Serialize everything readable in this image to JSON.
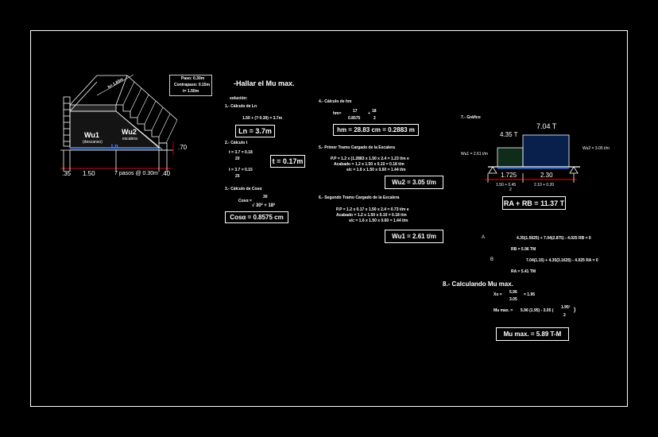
{
  "stair": {
    "note_paso": "Paso: 0.30m",
    "note_contrapaso": "Contrapaso: 0.15m",
    "note_t": "t= 1.50m",
    "slope_label": "h= 1.60m",
    "wu1_label": "Wu1",
    "wu1_sub": "(descanso)",
    "wu2_label": "Wu2",
    "wu2_sub": "escalera",
    "ln_mark": "Ln",
    "dim_35": ".35",
    "dim_150": "1.50",
    "dim_pasos": "7 pasos @ 0.30m",
    "dim_40": ".40",
    "dim_70": ".70"
  },
  "col1": {
    "heading": "-Hallar el Mu max.",
    "solucion": "solución:",
    "step1": "1.- Cálculo de Ln",
    "ln_formula": "1.50 + (7·0.30) = 3.7m",
    "ln_result": "Ln = 3.7m",
    "step2": "2.- Cálculo t",
    "t_line1": "t = 3.7 = 0.18",
    "t_line2": "20",
    "t_line3": "t = 3.7 = 0.15",
    "t_line4": "25",
    "t_result": "t = 0.17m",
    "step3": "3.- Cálculo de Cosα",
    "cos_lhs": "Cosα =",
    "cos_num": "30",
    "cos_den": "√ 30² + 18²",
    "cos_result": "Cosα = 0.8575 cm"
  },
  "col2": {
    "step4": "4.- Cálculo de hm",
    "hm_lhs": "hm=",
    "hm_num1": "17",
    "hm_den1": "0.8575",
    "hm_plus": "+",
    "hm_num2": "18",
    "hm_den2": "2",
    "hm_result": "hm = 28.83 cm = 0.2883 m",
    "step5": "5.- Primer Tramo Cargado de la Escalera",
    "p5_l1": "P.P = 1.2 x (1.2883 x 1.50 x 2.4 = 1.23 t/m e",
    "p5_l2": "Acabado = 1.2 x 1.50 x 0.10 = 0.18 t/m",
    "p5_l3": "s/c = 1.6 x 1.50 x 0.60 = 1.44 t/m",
    "wu2_result": "Wu2 = 3.05 t/m",
    "step6": "6.- Segundo Tramo Cargado de la Escalera",
    "p6_l1": "P.P = 1.2 x 0.17 x 1.50 x 2.4 = 0.73 t/m e",
    "p6_l2": "Acabado = 1.2 x 1.50 x 0.10 = 0.18 t/m",
    "p6_l3": "s/c = 1.6 x 1.50 x 0.60 = 1.44 t/m",
    "wu1_result": "Wu1 = 2.61 t/m"
  },
  "col3": {
    "step7": "7.- Gráfico",
    "load_left": "4.35 T",
    "load_right": "7.04 T",
    "wu1_tag": "Wu1 = 2.61 t/m",
    "wu2_tag": "Wu2 = 3.05 t/m",
    "dim_left": "1.725",
    "dim_right": "2.30",
    "sub_left": "1.50 + 0.45",
    "sub_left2": "2",
    "sub_right": "2.10 + 0.20",
    "reaction_sum": "RA + RB = 11.37 T",
    "a_label": "A",
    "a_eq": "4.35(1.5625) + 7.04(2.875) - 4.025 RB = 0",
    "rb_result": "RB = 5.96 TM",
    "b_label": "B",
    "b_eq": "7.04(1.15) + 4.35(3.1625) - 4.025 RA = 0",
    "ra_result": "RA = 5.41 TM",
    "step8": "8.- Calculando Mu max.",
    "xo_lhs": "Xo =",
    "xo_num": "5.96",
    "xo_eq": "= 1.95",
    "xo_den": "3.05",
    "mu_lhs": "Mu max. =",
    "mu_expr": "5.96 (1.95) - 3.05 (",
    "mu_frac_num": "1.95²",
    "mu_frac_den": "2",
    "mu_close": ")",
    "mu_result": "Mu max. = 5.89 T-M"
  }
}
